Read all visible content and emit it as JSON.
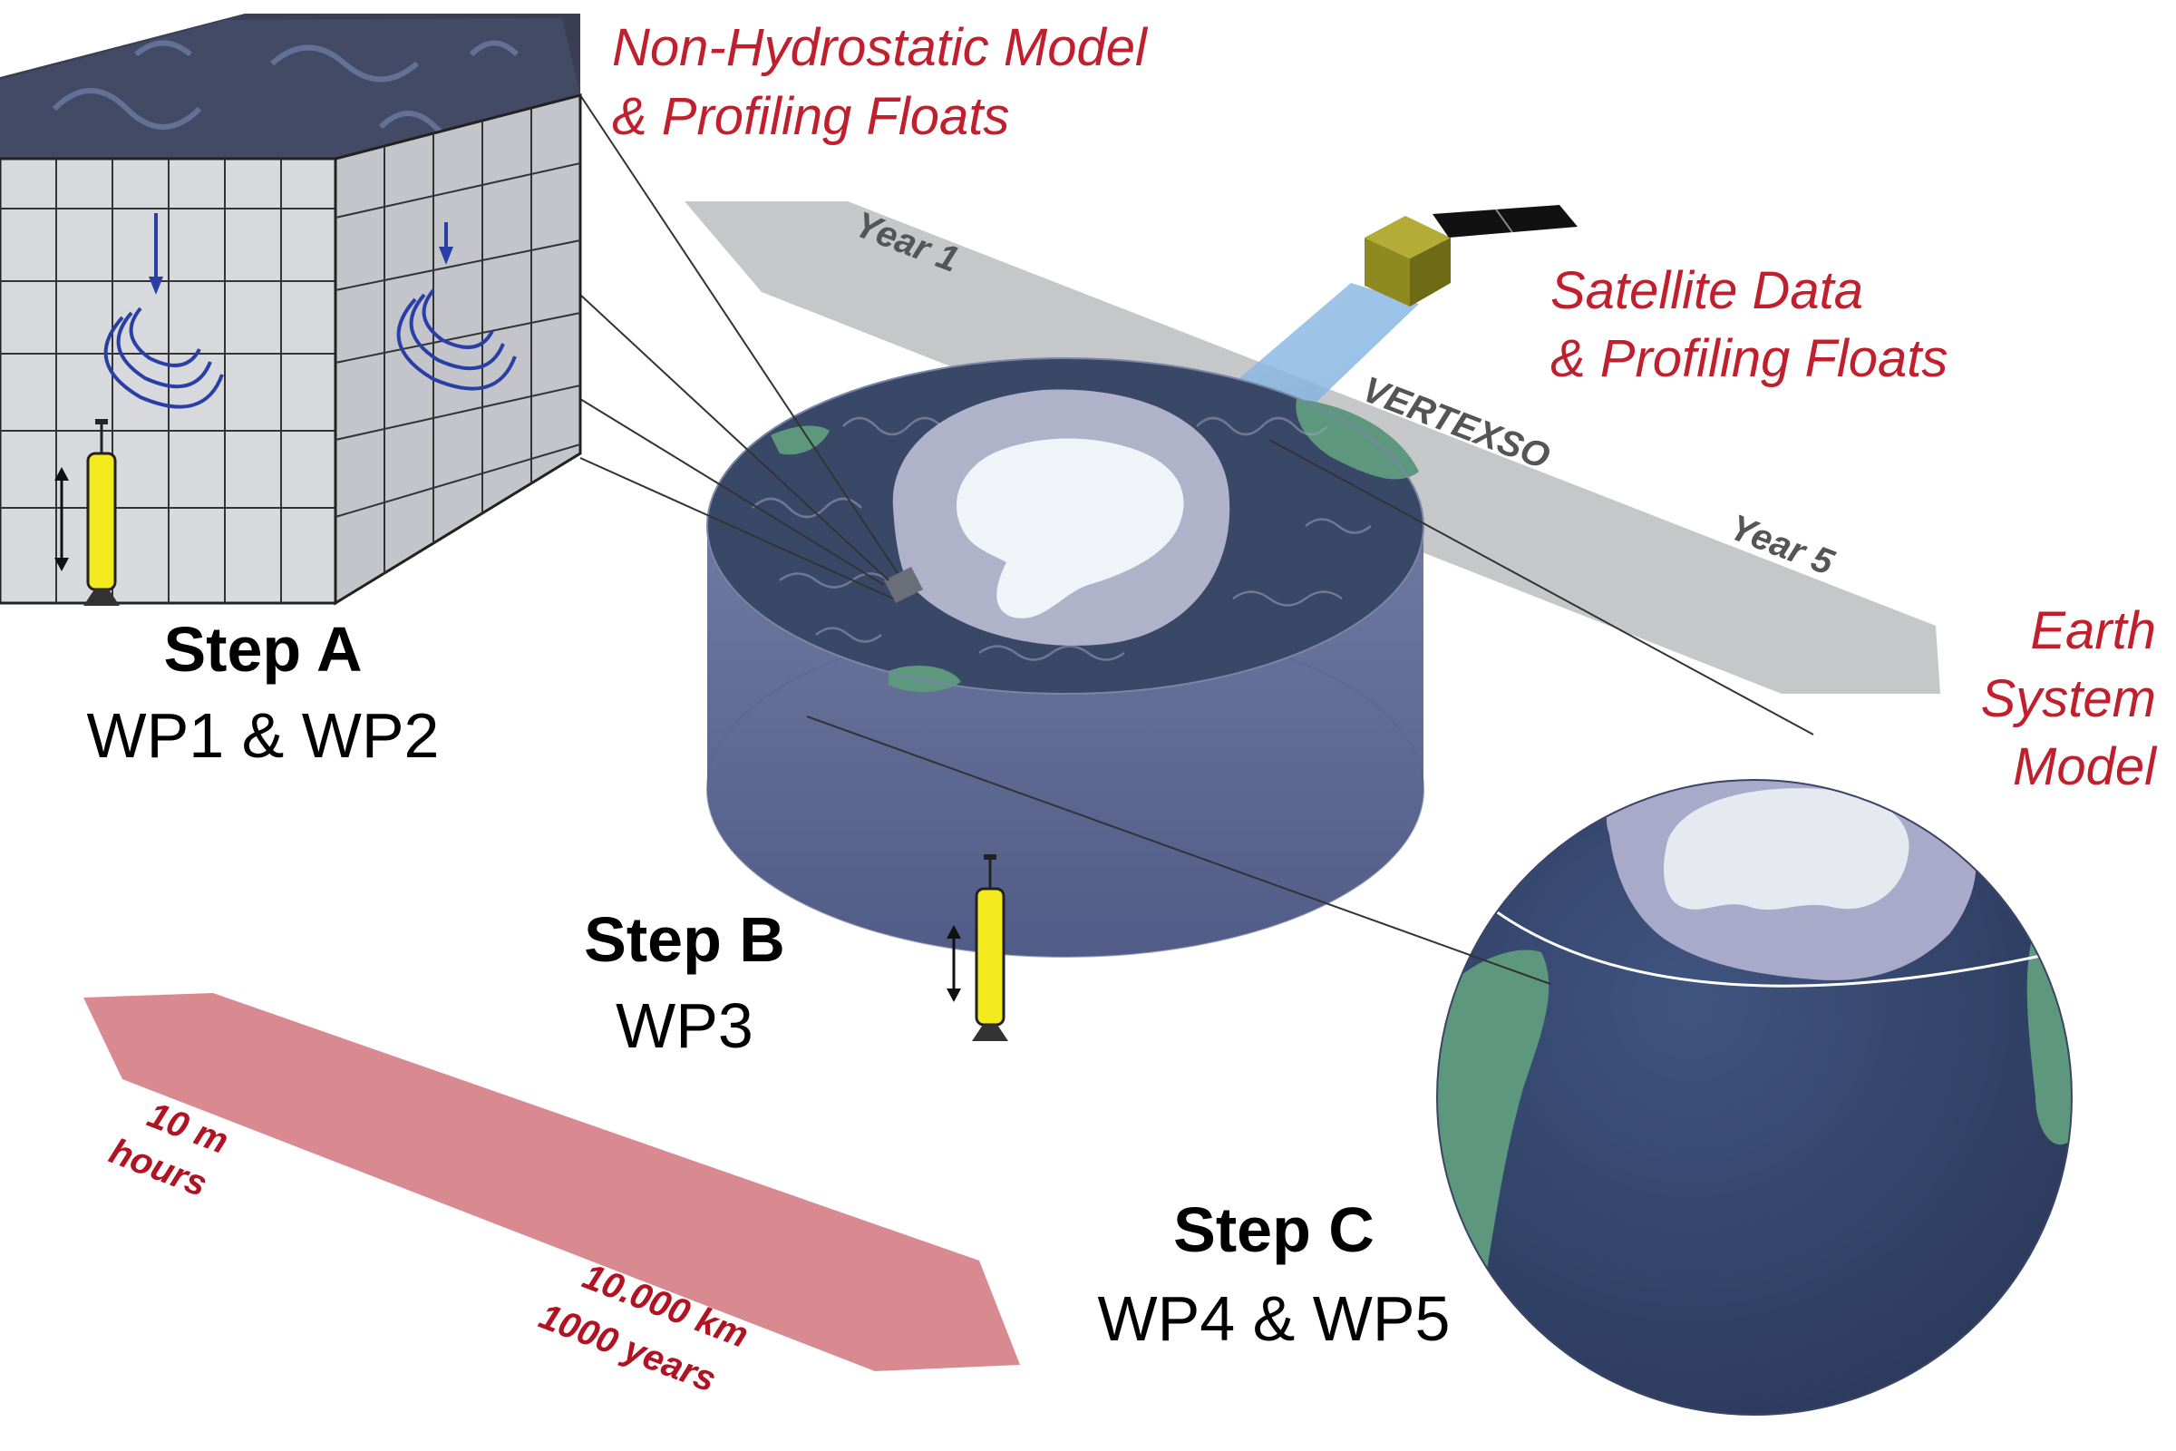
{
  "labels": {
    "nonhydro_line1": "Non-Hydrostatic Model",
    "nonhydro_line2": "& Profiling Floats",
    "satellite_line1": "Satellite Data",
    "satellite_line2": "& Profiling Floats",
    "earth_line1": "Earth",
    "earth_line2": "System",
    "earth_line3": "Model"
  },
  "timeline": {
    "year_start": "Year 1",
    "project": "VERTEXSO",
    "year_end": "Year 5"
  },
  "steps": {
    "a": {
      "title": "Step A",
      "subtitle": "WP1 & WP2"
    },
    "b": {
      "title": "Step B",
      "subtitle": "WP3"
    },
    "c": {
      "title": "Step C",
      "subtitle": "WP4 & WP5"
    }
  },
  "scale": {
    "small_distance": "10 m",
    "small_time": "hours",
    "large_distance": "10.000 km",
    "large_time": "1000 years"
  },
  "colors": {
    "red_text": "#c0202e",
    "ocean": "#3d5078",
    "land": "#5d977d",
    "ice": "#e6e9ef",
    "sea_ice": "#a9aac9",
    "scale_arrow": "#d98a90",
    "timeline_band": "#c6c7c9",
    "float_body": "#f2ea1c"
  }
}
